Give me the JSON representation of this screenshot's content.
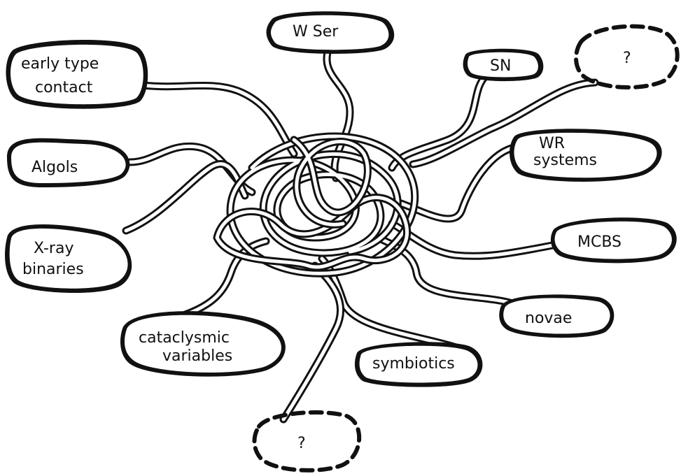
{
  "nodes": [
    {
      "id": "early-type-contact",
      "lines": [
        "early  type",
        "contact"
      ]
    },
    {
      "id": "w-ser",
      "lines": [
        "W Ser"
      ]
    },
    {
      "id": "sn",
      "lines": [
        "SN"
      ]
    },
    {
      "id": "unknown-top",
      "lines": [
        "?"
      ]
    },
    {
      "id": "algols",
      "lines": [
        "Algols"
      ]
    },
    {
      "id": "wr-systems",
      "lines": [
        "WR",
        "systems"
      ]
    },
    {
      "id": "x-ray-binaries",
      "lines": [
        "X-ray",
        "binaries"
      ]
    },
    {
      "id": "mcbs",
      "lines": [
        "MCBS"
      ]
    },
    {
      "id": "novae",
      "lines": [
        "novae"
      ]
    },
    {
      "id": "cataclysmic-variables",
      "lines": [
        "cataclysmic",
        "variables"
      ]
    },
    {
      "id": "symbiotics",
      "lines": [
        "symbiotics"
      ]
    },
    {
      "id": "unknown-bottom",
      "lines": [
        "?"
      ]
    }
  ],
  "style": {
    "ink": "#111111",
    "paper": "#ffffff"
  }
}
